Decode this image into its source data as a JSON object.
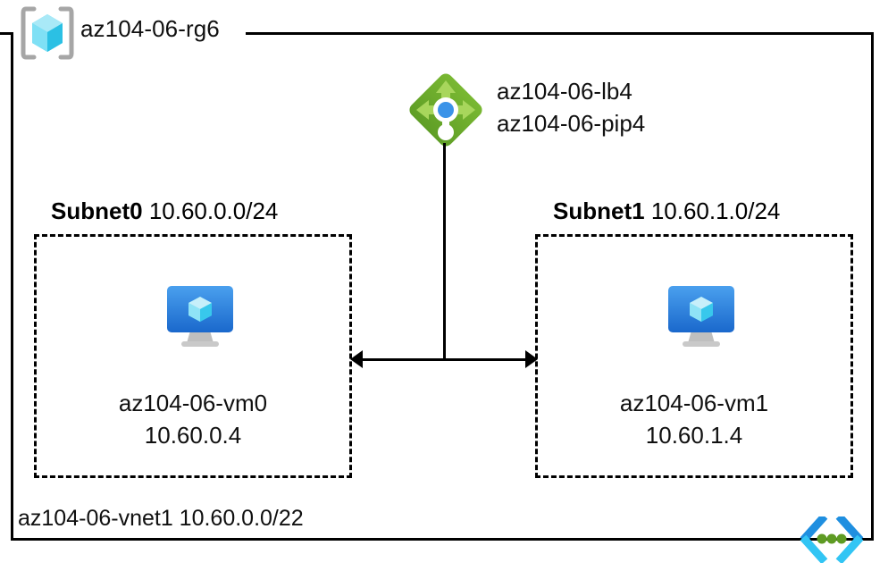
{
  "diagram": {
    "resource_group": {
      "icon": "resource-group-cube-icon",
      "label": "az104-06-rg6"
    },
    "load_balancer": {
      "icon": "load-balancer-icon",
      "labels": [
        "az104-06-lb4",
        "az104-06-pip4"
      ]
    },
    "subnets": [
      {
        "name": "Subnet0",
        "cidr": "10.60.0.0/24",
        "vm": {
          "icon": "virtual-machine-icon",
          "name": "az104-06-vm0",
          "ip": "10.60.0.4"
        }
      },
      {
        "name": "Subnet1",
        "cidr": "10.60.1.0/24",
        "vm": {
          "icon": "virtual-machine-icon",
          "name": "az104-06-vm1",
          "ip": "10.60.1.4"
        }
      }
    ],
    "vnet": {
      "label": "az104-06-vnet1 10.60.0.0/22",
      "icon": "virtual-network-icon"
    },
    "colors": {
      "line": "#000000",
      "lb_green_dark": "#6BAD2E",
      "lb_green_light": "#A8D65C",
      "lb_blue_dot": "#3B93E8",
      "vm_monitor_top": "#3C94E8",
      "vm_monitor_bottom": "#1E6FD0",
      "cube_cyan": "#32D2F2",
      "cube_light": "#A9E9F7",
      "bracket_gray": "#A6A6A6",
      "vnet_blue": "#1F8FE0",
      "vnet_cyan": "#32C5F4",
      "vnet_green": "#5E9B23"
    }
  }
}
